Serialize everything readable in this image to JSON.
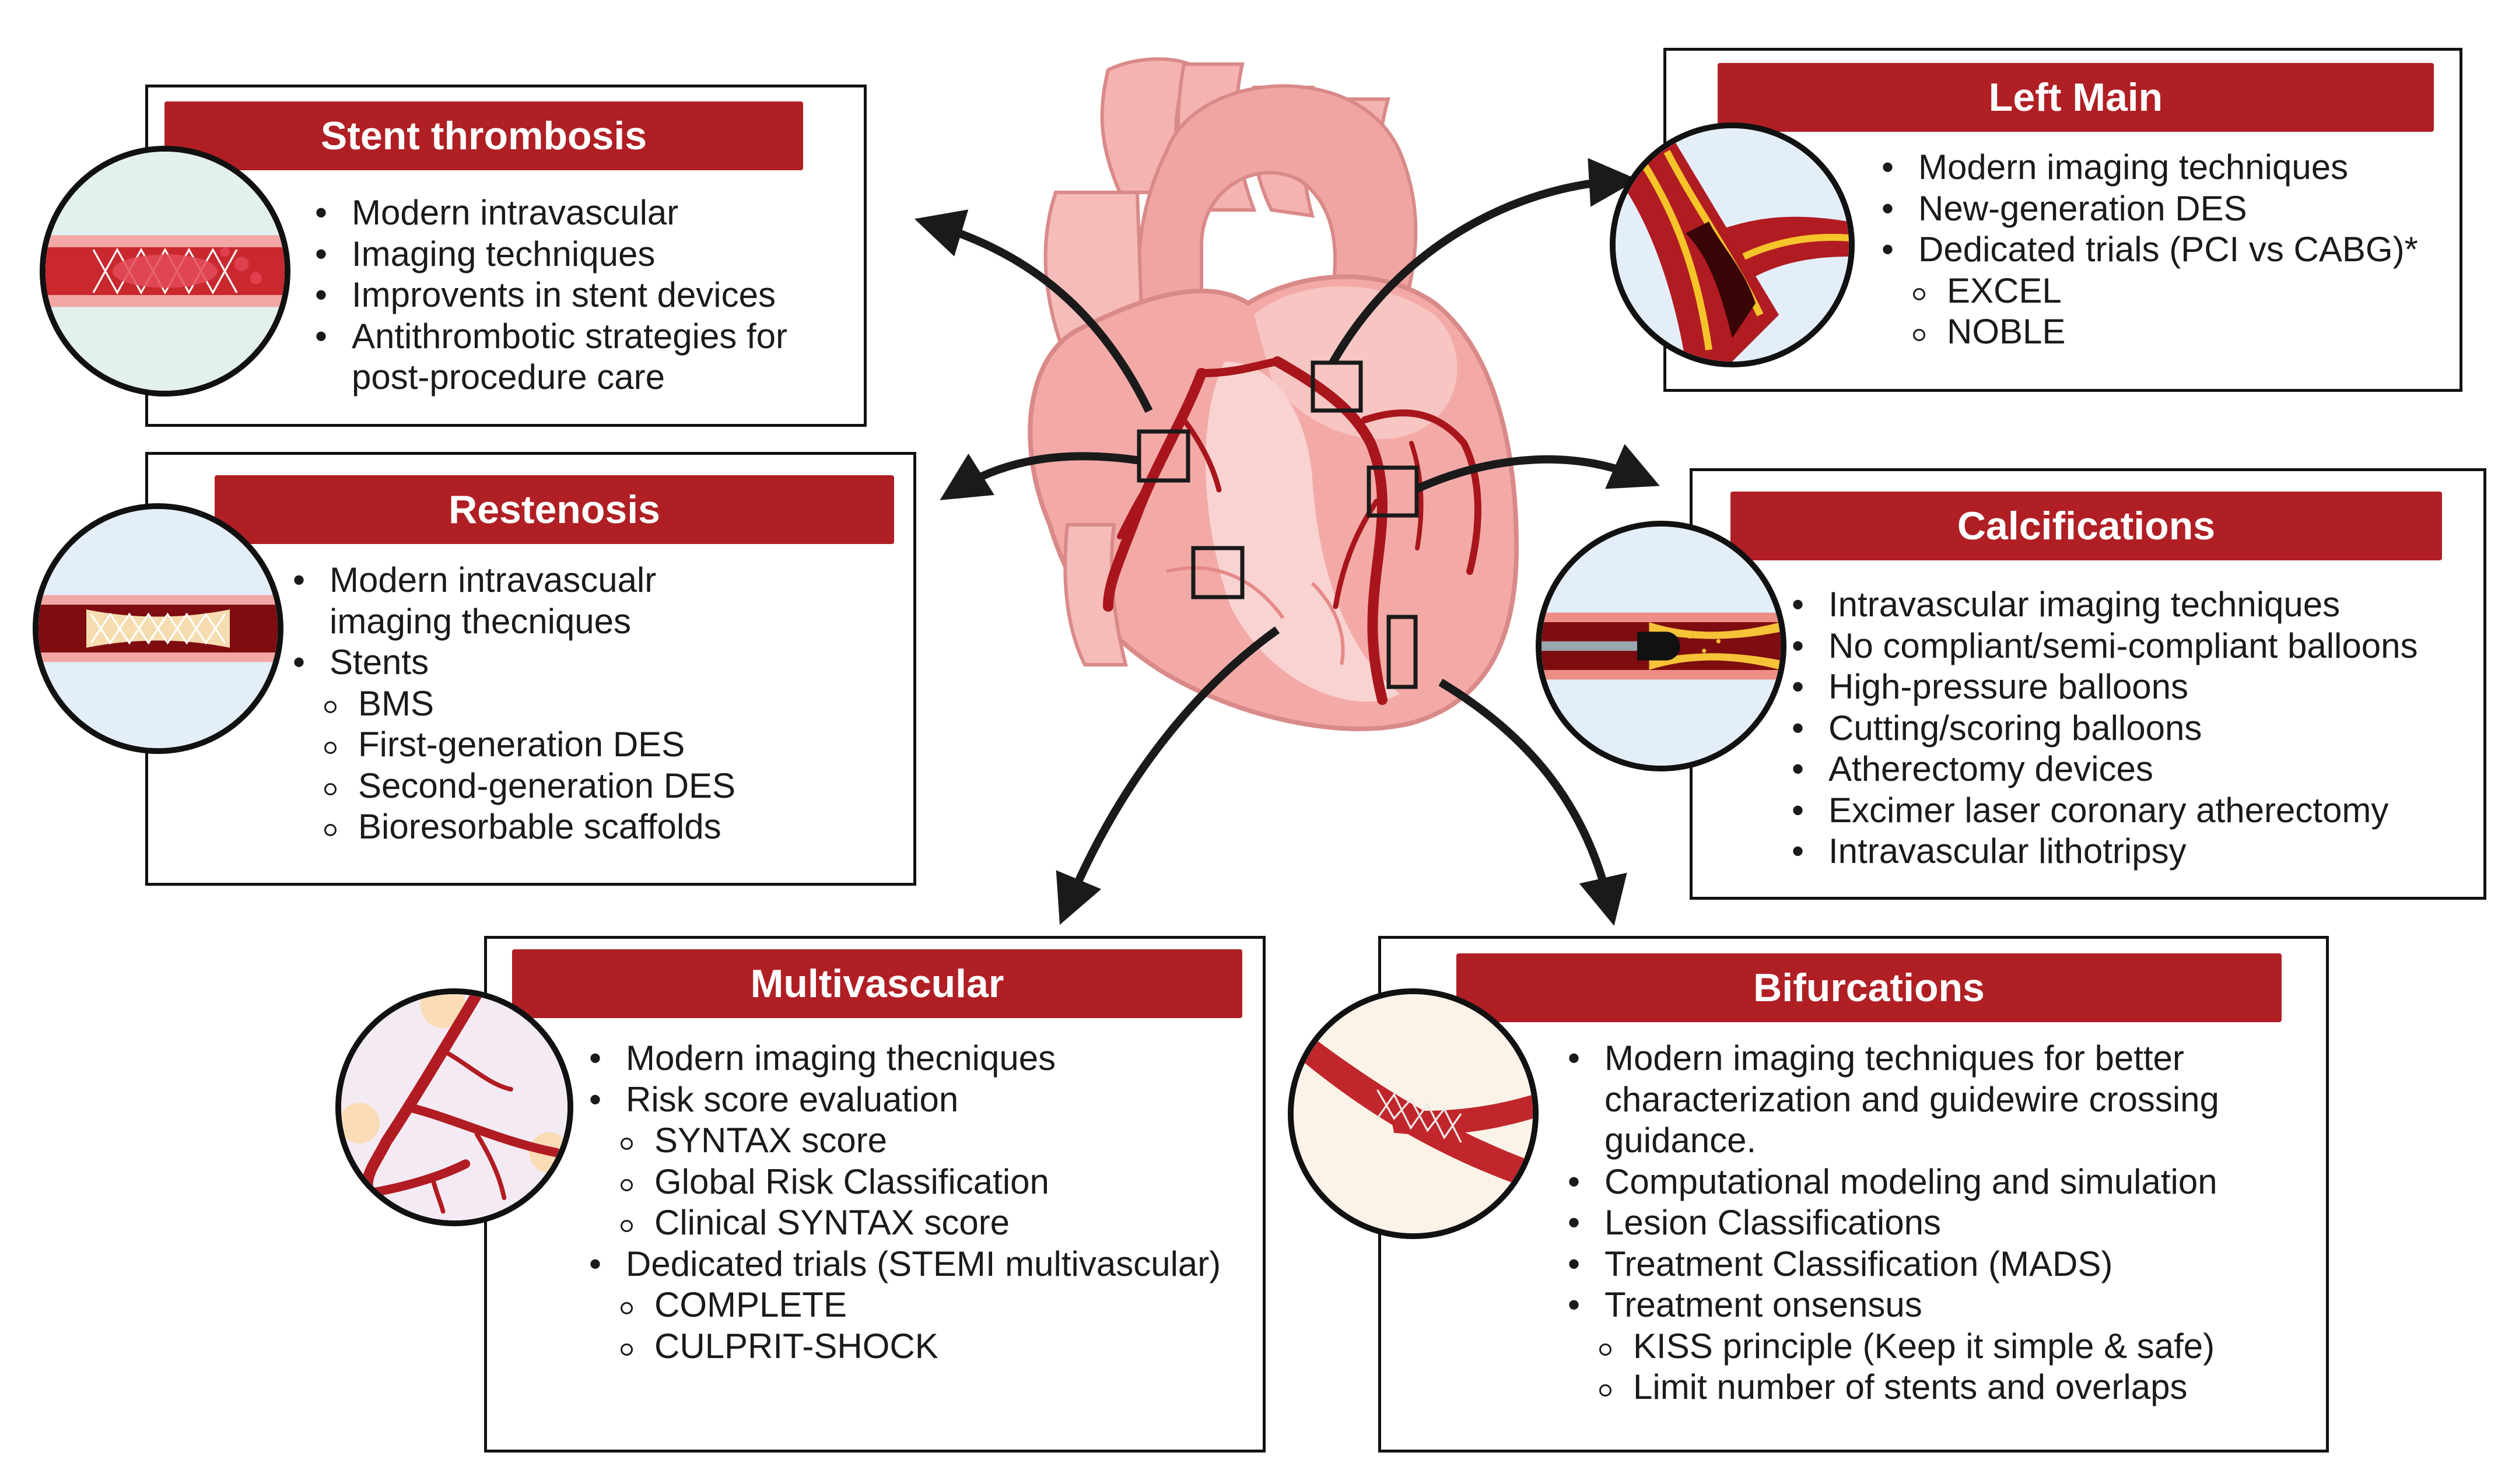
{
  "panels": {
    "stent_thrombosis": {
      "title": "Stent thrombosis",
      "items": [
        {
          "text": "Modern intravascular",
          "level": 1
        },
        {
          "text": "Imaging techniques",
          "level": 1
        },
        {
          "text": "Improvents in stent devices",
          "level": 1
        },
        {
          "text": "Antithrombotic strategies for",
          "level": 1
        },
        {
          "text": "post-procedure care",
          "level": 0
        }
      ]
    },
    "restenosis": {
      "title": "Restenosis",
      "items": [
        {
          "text": "Modern intravascualr",
          "level": 1
        },
        {
          "text": "imaging thecniques",
          "level": 0
        },
        {
          "text": "Stents",
          "level": 1
        },
        {
          "text": "BMS",
          "level": 2
        },
        {
          "text": "First-generation DES",
          "level": 2
        },
        {
          "text": "Second-generation DES",
          "level": 2
        },
        {
          "text": "Bioresorbable scaffolds",
          "level": 2
        }
      ]
    },
    "left_main": {
      "title": "Left Main",
      "items": [
        {
          "text": "Modern imaging techniques",
          "level": 1
        },
        {
          "text": "New-generation DES",
          "level": 1
        },
        {
          "text": "Dedicated trials (PCI vs CABG)*",
          "level": 1
        },
        {
          "text": "EXCEL",
          "level": 2
        },
        {
          "text": "NOBLE",
          "level": 2
        }
      ]
    },
    "calcifications": {
      "title": "Calcifications",
      "items": [
        {
          "text": "Intravascular imaging techniques",
          "level": 1
        },
        {
          "text": "No compliant/semi-compliant balloons",
          "level": 1
        },
        {
          "text": "High-pressure balloons",
          "level": 1
        },
        {
          "text": "Cutting/scoring balloons",
          "level": 1
        },
        {
          "text": "Atherectomy devices",
          "level": 1
        },
        {
          "text": "Excimer laser coronary atherectomy",
          "level": 1
        },
        {
          "text": "Intravascular lithotripsy",
          "level": 1
        }
      ]
    },
    "multivascular": {
      "title": "Multivascular",
      "items": [
        {
          "text": "Modern imaging thecniques",
          "level": 1
        },
        {
          "text": "Risk score evaluation",
          "level": 1
        },
        {
          "text": "SYNTAX score",
          "level": 2
        },
        {
          "text": "Global Risk Classification",
          "level": 2
        },
        {
          "text": "Clinical SYNTAX score",
          "level": 2
        },
        {
          "text": "Dedicated trials (STEMI multivascular)",
          "level": 1
        },
        {
          "text": "COMPLETE",
          "level": 2
        },
        {
          "text": "CULPRIT-SHOCK",
          "level": 2
        }
      ]
    },
    "bifurcations": {
      "title": "Bifurcations",
      "items": [
        {
          "text": "Modern imaging techniques for better",
          "level": 1
        },
        {
          "text": "characterization and guidewire crossing",
          "level": 0
        },
        {
          "text": "guidance.",
          "level": 0
        },
        {
          "text": "Computational modeling and simulation",
          "level": 1
        },
        {
          "text": "Lesion Classifications",
          "level": 1
        },
        {
          "text": "Treatment Classification (MADS)",
          "level": 1
        },
        {
          "text": "Treatment onsensus",
          "level": 1
        },
        {
          "text": "KISS principle (Keep it simple & safe)",
          "level": 2
        },
        {
          "text": "Limit number of stents and overlaps",
          "level": 2
        }
      ]
    }
  },
  "colors": {
    "banner": "#b01f24",
    "heart": "#f2a3a0",
    "artery": "#a8161c",
    "circle_bg": "#e3eef9"
  },
  "icons": [
    "heart-illustration",
    "stent-thrombosis-icon",
    "restenosis-stent-icon",
    "left-main-artery-icon",
    "calcification-lithotripsy-icon",
    "multivessel-tree-icon",
    "bifurcation-stent-icon"
  ]
}
